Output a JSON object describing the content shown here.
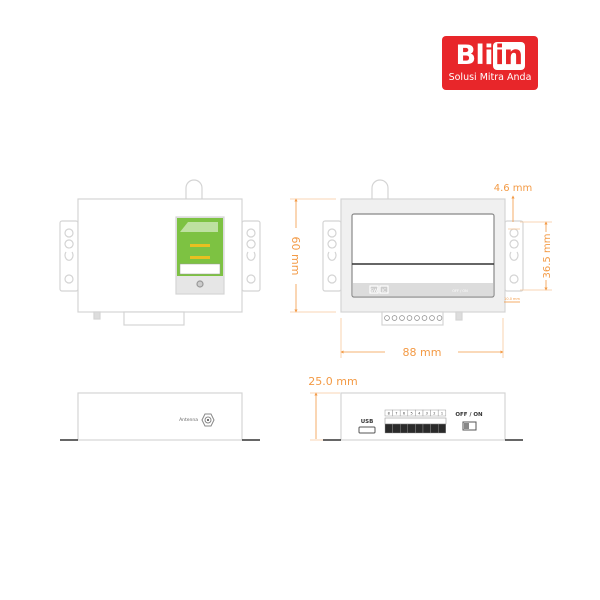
{
  "logo": {
    "brand_main": "Bli",
    "brand_box": "in",
    "tagline": "Solusi Mitra Anda",
    "color": "#e8262a"
  },
  "dimensions": {
    "height": "60 mm",
    "width": "88 mm",
    "depth": "25.0 mm",
    "top_offset": "4.6 mm",
    "hole_spacing": "36.5 mm",
    "ear_width": "10.0 mm",
    "color": "#f39a45"
  },
  "front_panel": {
    "sw_label": "SW",
    "ic_label": "IC",
    "switch_label": "OFF / ON"
  },
  "side_view_left": {
    "antenna_label": "Antenna"
  },
  "side_view_right": {
    "usb_label": "USB",
    "switch_label": "OFF / ON",
    "terminal_labels": [
      "8",
      "7",
      "6",
      "5",
      "4",
      "3",
      "2",
      "1"
    ]
  }
}
